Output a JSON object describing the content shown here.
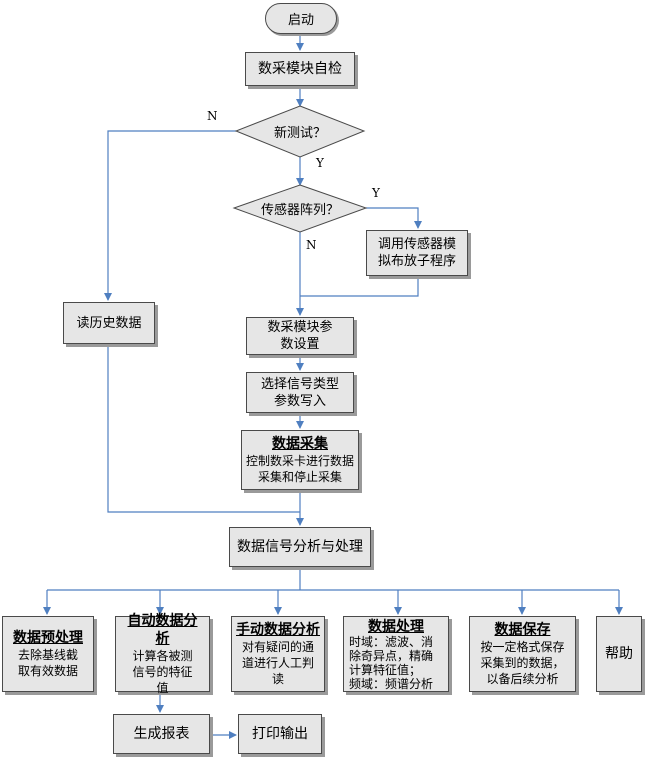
{
  "nodes": {
    "start": "启动",
    "self_check": "数采模块自检",
    "new_test": "新测试？",
    "sensor_array": "传感器阵列？",
    "call_sensor": "调用传感器模拟布放子程序",
    "read_history": "读历史数据",
    "param_set": "数采模块参数设置",
    "signal_select": "选择信号类型参数写入",
    "acq_title": "数据采集",
    "acq_body": "控制数采卡进行数据采集和停止采集",
    "analysis": "数据信号分析与处理",
    "pre_title": "数据预处理",
    "pre_body": "去除基线截取有效数据",
    "auto_title": "自动数据分析",
    "auto_body": "计算各被测信号的特征值",
    "manual_title": "手动数据分析",
    "manual_body": "对有疑问的通道进行人工判读",
    "proc_title": "数据处理",
    "proc_body1": "时域：滤波、消除奇异点，精确计算特征值；",
    "proc_body2": "频域：频谱分析",
    "save_title": "数据保存",
    "save_body": "按一定格式保存采集到的数据，以备后续分析",
    "help": "帮助",
    "report": "生成报表",
    "print": "打印输出"
  },
  "labels": {
    "n1": "N",
    "y1": "Y",
    "y2": "Y",
    "n2": "N"
  }
}
